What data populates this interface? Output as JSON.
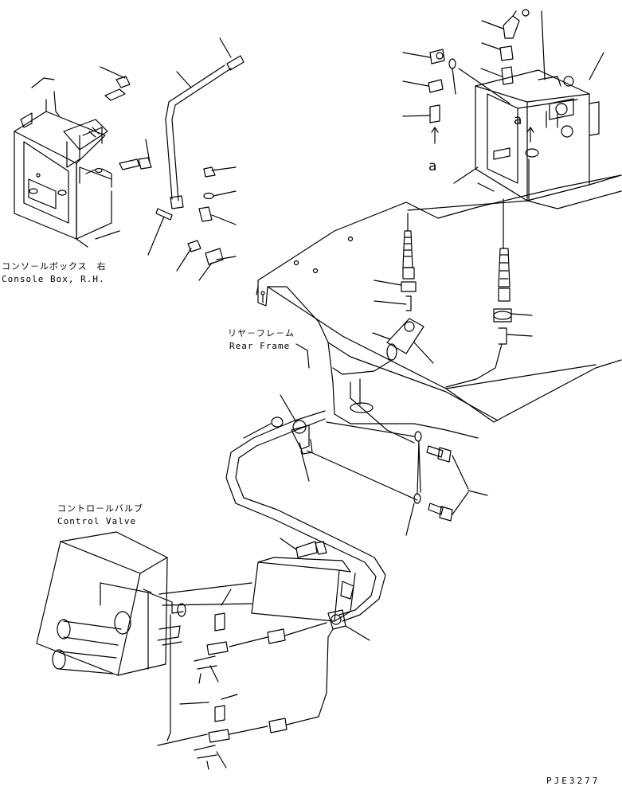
{
  "labels": {
    "console_box_jp": "コンソ－ルボックス　右",
    "console_box_en": "Console Box, R.H.",
    "rear_frame_jp": "リヤ－フレ－ム",
    "rear_frame_en": "Rear Frame",
    "control_valve_jp": "コントロ－ルバルブ",
    "control_valve_en": "Control Valve",
    "view_marker": "a",
    "drawing_code": "PJE3277"
  },
  "colors": {
    "line": "#000000",
    "background": "#ffffff"
  }
}
